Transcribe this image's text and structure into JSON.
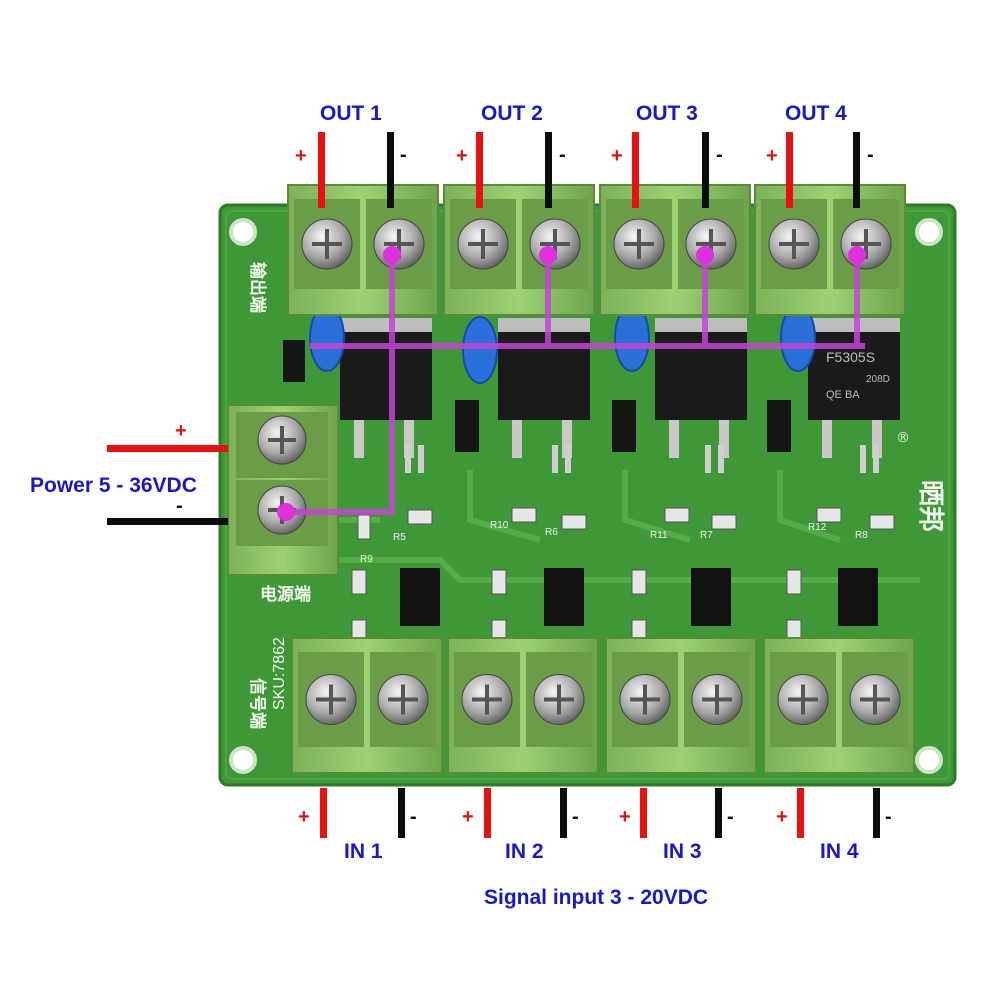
{
  "image": {
    "description_labels": {
      "outputs": [
        "OUT 1",
        "OUT 2",
        "OUT 3",
        "OUT 4"
      ],
      "inputs": [
        "IN 1",
        "IN 2",
        "IN 3",
        "IN 4"
      ],
      "power": "Power 5 - 36VDC",
      "signal": "Signal input 3 - 20VDC",
      "plus": "+",
      "minus": "-"
    },
    "board_text": {
      "sku": "SKU:7862",
      "out_terminal_cn": "输出端",
      "power_terminal_cn": "电源端",
      "signal_terminal_cn": "信号端",
      "brand_cn": "晒邦",
      "registered": "®",
      "mosfet_part": "F5305S",
      "mosfet_code": "208D",
      "mosfet_sub": "QE  BA",
      "r9": "R9",
      "r5": "R5",
      "r10": "R10",
      "r6": "R6",
      "r11": "R11",
      "r7": "R7",
      "r12": "R12",
      "r8": "R8"
    },
    "colors": {
      "board": "#3f9a3a",
      "terminal": "#8fc26a",
      "label_blue": "#1818c8",
      "wire_red": "#e81010",
      "wire_black": "#0c0c0c",
      "trace_magenta": "#c040d0",
      "capacitor": "#2a6ed8"
    }
  }
}
